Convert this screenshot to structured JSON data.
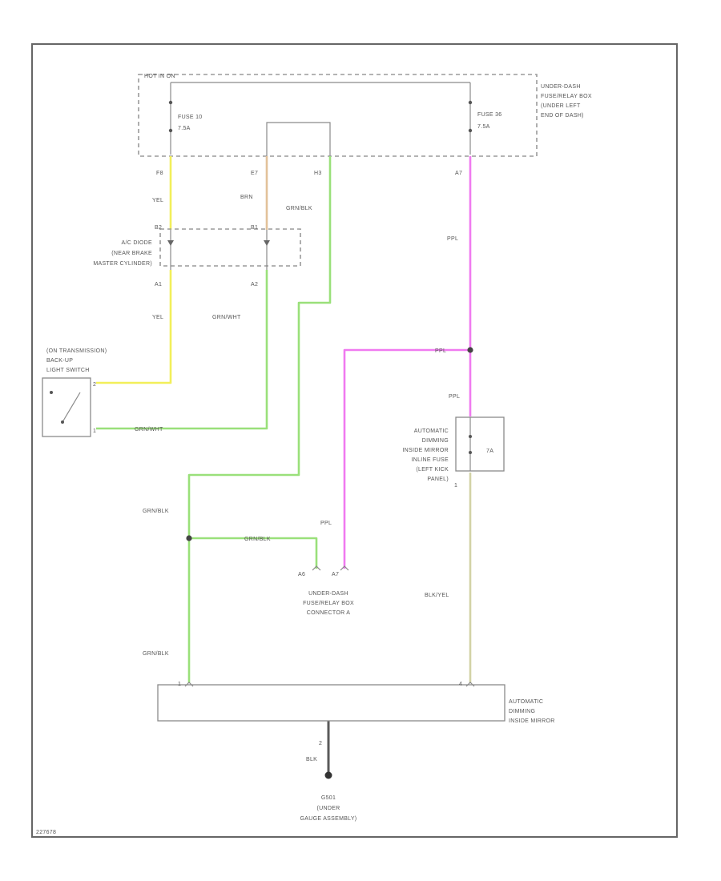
{
  "colors": {
    "yellow": "#f2ef5a",
    "brown": "#e2c29a",
    "green": "#9ae07a",
    "purple": "#f07af0",
    "yellow_black": "#d2d2a6",
    "black": "#5a5a5a",
    "frame": "#666666"
  },
  "fusebox_top": {
    "hot_label": "HOT IN ON",
    "fuse_left_label": "FUSE 10",
    "fuse_left_rating": "7.5A",
    "fuse_right_label": "FUSE 36",
    "fuse_right_rating": "7.5A",
    "location": [
      "UNDER-DASH",
      "FUSE/RELAY BOX",
      "(UNDER LEFT",
      "END OF DASH)"
    ],
    "pin_left": "F8",
    "pin_mid1": "E7",
    "pin_mid2": "H3",
    "pin_right": "A7"
  },
  "wires": {
    "yel": "YEL",
    "brn": "BRN",
    "grn_blk": "GRN/BLK",
    "grn_wht": "GRN/WHT",
    "ppl": "PPL",
    "blk_yel": "BLK/YEL",
    "blk": "BLK"
  },
  "ac_diode": {
    "label": [
      "A/C DIODE",
      "(NEAR BRAKE",
      "MASTER CYLINDER)"
    ],
    "pin_top_left": "B2",
    "pin_top_right": "B1",
    "pin_bottom_left": "A1",
    "pin_bottom_right": "A2"
  },
  "switch": {
    "label": [
      "(ON TRANSMISSION)",
      "BACK-UP",
      "LIGHT SWITCH"
    ],
    "pin_top": "2",
    "pin_bottom": "1"
  },
  "mirror_fuse": {
    "label": [
      "AUTOMATIC",
      "DIMMING",
      "INSIDE MIRROR",
      "INLINE FUSE",
      "(LEFT KICK",
      "PANEL)"
    ],
    "rating": "7A",
    "pin": "1"
  },
  "connector_a": {
    "label": [
      "UNDER-DASH",
      "FUSE/RELAY BOX",
      "CONNECTOR A"
    ],
    "pin_left": "A6",
    "pin_right": "A7"
  },
  "mirror": {
    "label": [
      "AUTOMATIC",
      "DIMMING",
      "INSIDE MIRROR"
    ],
    "pin_left": "1",
    "pin_right": "4",
    "pin_bottom": "2"
  },
  "ground": {
    "label": [
      "G501",
      "(UNDER",
      "GAUGE ASSEMBLY)"
    ]
  },
  "footer_code": "227678"
}
